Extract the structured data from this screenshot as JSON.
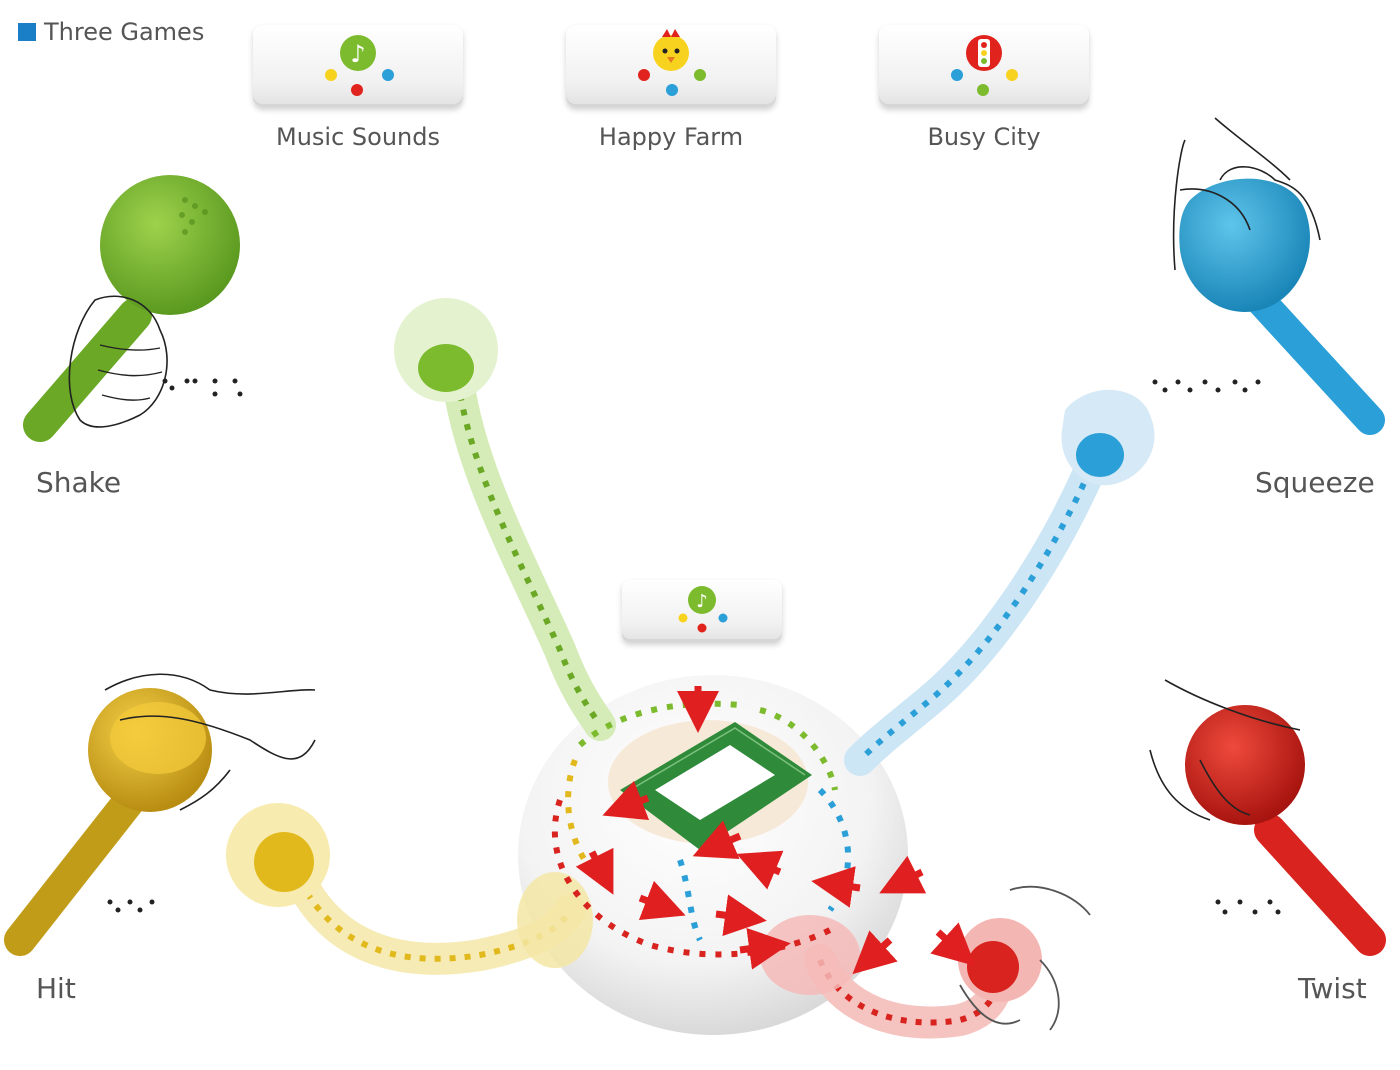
{
  "legend": {
    "label": "Three Games",
    "color": "#1a7fc7"
  },
  "games": [
    {
      "name": "Music Sounds",
      "icon": "music-note-icon",
      "icon_color": "#7dbb2e"
    },
    {
      "name": "Happy Farm",
      "icon": "chick-icon",
      "icon_color": "#f7d21e"
    },
    {
      "name": "Busy City",
      "icon": "traffic-light-icon",
      "icon_color": "#e0231c"
    }
  ],
  "actions": {
    "shake": "Shake",
    "squeeze": "Squeeze",
    "hit": "Hit",
    "twist": "Twist"
  },
  "colors": {
    "green": "#7dbb2e",
    "blue": "#2a9fd8",
    "yellow": "#e2b91c",
    "red": "#d8231e",
    "arrow": "#e02020",
    "board": "#2f8a3a"
  }
}
